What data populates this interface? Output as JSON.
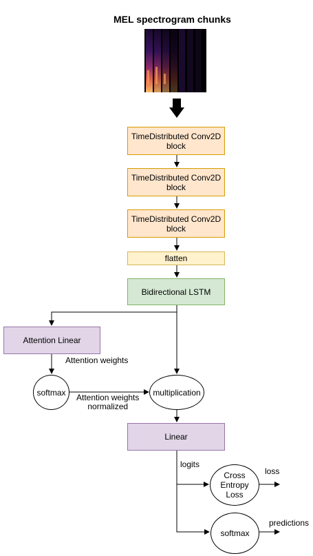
{
  "title": "MEL spectrogram chunks",
  "nodes": {
    "conv1": "TimeDistributed Conv2D\nblock",
    "conv2": "TimeDistributed Conv2D\nblock",
    "conv3": "TimeDistributed Conv2D\nblock",
    "flatten": "flatten",
    "lstm": "Bidirectional LSTM",
    "attention_linear": "Attention Linear",
    "softmax1": "softmax",
    "multiplication": "multiplication",
    "linear": "Linear",
    "cross_entropy": "Cross\nEntropy\nLoss",
    "softmax2": "softmax"
  },
  "edge_labels": {
    "attention_weights": "Attention weights",
    "attention_weights_normalized": "Attention weights\nnormalized",
    "logits": "logits",
    "loss": "loss",
    "predictions": "predictions"
  },
  "colors": {
    "conv_fill": "#ffe6cc",
    "flatten_fill": "#fff2cc",
    "lstm_fill": "#d5e8d4",
    "linear_fill": "#e1d5e7"
  }
}
